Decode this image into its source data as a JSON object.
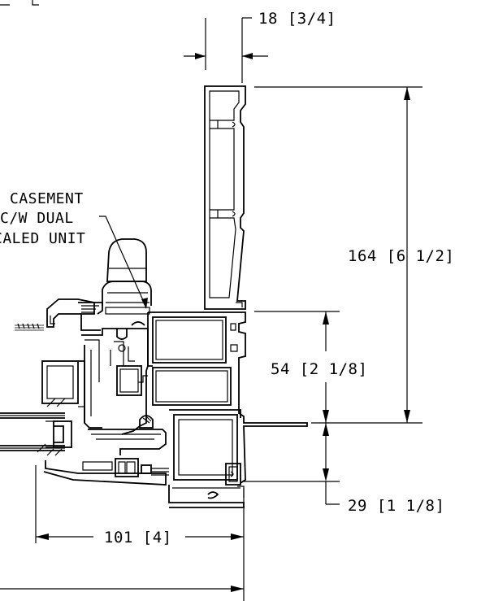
{
  "note": {
    "line1": "CASEMENT",
    "line2": "C/W DUAL",
    "line3": "CALED UNIT"
  },
  "dimensions": {
    "top_width": "18 [3/4]",
    "total_height": "164 [6 1/2]",
    "mid_height": "54 [2 1/8]",
    "bottom_height": "29 [1 1/8]",
    "frame_width": "101 [4]"
  }
}
